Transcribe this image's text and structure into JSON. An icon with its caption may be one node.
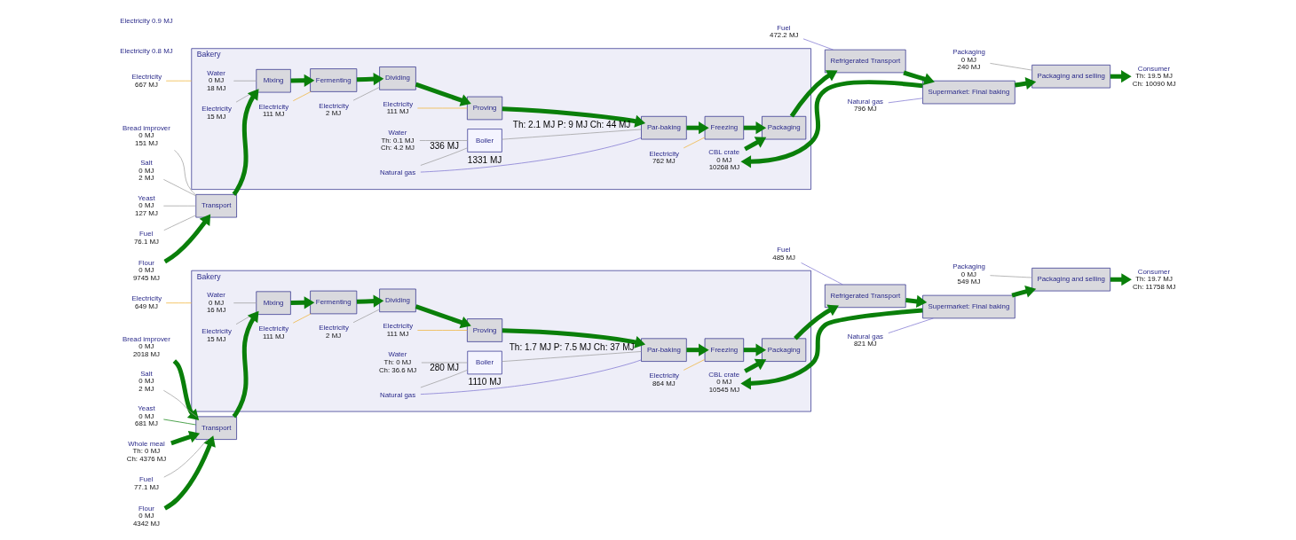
{
  "diagram": {
    "nodes": [
      {
        "text": [
          "Electricity",
          "667 MJ"
        ]
      },
      {
        "text": [
          "Flour",
          "0 MJ",
          "9745 MJ"
        ]
      },
      {
        "text": [
          "Fuel",
          "76.1 MJ"
        ]
      },
      {
        "text": [
          "Yeast",
          "0 MJ",
          "127 MJ"
        ]
      },
      {
        "text": [
          "Salt",
          "0 MJ",
          "2 MJ"
        ]
      },
      {
        "text": [
          "Bread improver",
          "0 MJ",
          "151 MJ"
        ]
      },
      {
        "text": [
          "Transport"
        ]
      },
      {
        "text": [
          "Bakery"
        ]
      },
      {
        "text": [
          "Water",
          "0 MJ",
          "18 MJ"
        ],
        "in": 7
      },
      {
        "text": [
          "Electricity",
          "15 MJ"
        ],
        "in": 7
      },
      {
        "text": [
          "Mixing"
        ],
        "in": 7
      },
      {
        "text": [
          "Electricity",
          "111 MJ"
        ],
        "in": 7
      },
      {
        "text": [
          "Fermenting"
        ],
        "in": 7
      },
      {
        "text": [
          "Electricity",
          "2 MJ"
        ],
        "in": 7
      },
      {
        "text": [
          "Dividing"
        ],
        "in": 7
      },
      {
        "text": [
          "Electricity",
          "111 MJ"
        ],
        "in": 7
      },
      {
        "text": [
          "Proving"
        ],
        "in": 7
      },
      {
        "text": [
          "Water",
          "Th: 0.1 MJ",
          "Ch: 4.2 MJ"
        ],
        "in": 7
      },
      {
        "text": [
          "Natural gas"
        ],
        "in": 7
      },
      {
        "text": [
          "Boiler"
        ],
        "in": 7
      },
      {
        "text": [
          "Electricity",
          "762 MJ"
        ],
        "in": 7
      },
      {
        "text": [
          "Par-baking"
        ],
        "in": 7
      },
      {
        "text": [
          "Freezing"
        ],
        "in": 7
      },
      {
        "text": [
          "CBL crate",
          "0 MJ",
          "10268 MJ"
        ],
        "in": 7
      },
      {
        "text": [
          "Packaging"
        ],
        "in": 7
      },
      {
        "text": [
          "Fuel",
          "472.2 MJ"
        ]
      },
      {
        "text": [
          "Refrigerated Transport"
        ]
      },
      {
        "text": [
          "Natural gas",
          "796 MJ"
        ]
      },
      {
        "text": [
          "Supermarket: Final baking"
        ]
      },
      {
        "text": [
          "Packaging",
          "0 MJ",
          "240 MJ"
        ]
      },
      {
        "text": [
          "Packaging and selling"
        ]
      },
      {
        "text": [
          "Consumer",
          "Th: 19.5 MJ",
          "Ch: 10090 MJ"
        ]
      },
      {
        "text": [
          "Electricity",
          "649 MJ"
        ]
      },
      {
        "text": [
          "Flour",
          "0 MJ",
          "4342 MJ"
        ]
      },
      {
        "text": [
          "Fuel",
          "77.1 MJ"
        ]
      },
      {
        "text": [
          "Whole meal",
          "Th: 0 MJ",
          "Ch: 4376 MJ"
        ]
      },
      {
        "text": [
          "Yeast",
          "0 MJ",
          "681 MJ"
        ]
      },
      {
        "text": [
          "Salt",
          "0 MJ",
          "2 MJ"
        ]
      },
      {
        "text": [
          "Bread improver",
          "0 MJ",
          "2018 MJ"
        ]
      },
      {
        "text": [
          "Transport"
        ]
      },
      {
        "text": [
          "Bakery"
        ]
      },
      {
        "text": [
          "Water",
          "0 MJ",
          "16 MJ"
        ],
        "in": 40
      },
      {
        "text": [
          "Electricity",
          "15 MJ"
        ],
        "in": 40
      },
      {
        "text": [
          "Mixing"
        ],
        "in": 40
      },
      {
        "text": [
          "Electricity",
          "111 MJ"
        ],
        "in": 40
      },
      {
        "text": [
          "Fermenting"
        ],
        "in": 40
      },
      {
        "text": [
          "Electricity",
          "2 MJ"
        ],
        "in": 40
      },
      {
        "text": [
          "Dividing"
        ],
        "in": 40
      },
      {
        "text": [
          "Electricity",
          "111 MJ"
        ],
        "in": 40
      },
      {
        "text": [
          "Proving"
        ],
        "in": 40
      },
      {
        "text": [
          "Water",
          "Th: 0 MJ",
          "Ch: 36.6 MJ"
        ],
        "in": 40
      },
      {
        "text": [
          "Natural gas"
        ],
        "in": 40
      },
      {
        "text": [
          "Boiler"
        ],
        "in": 40
      },
      {
        "text": [
          "Electricity",
          "864 MJ"
        ],
        "in": 40
      },
      {
        "text": [
          "Par-baking"
        ],
        "in": 40
      },
      {
        "text": [
          "Freezing"
        ],
        "in": 40
      },
      {
        "text": [
          "CBL crate",
          "0 MJ",
          "10545 MJ"
        ],
        "in": 40
      },
      {
        "text": [
          "Packaging"
        ],
        "in": 40
      },
      {
        "text": [
          "Fuel",
          "485 MJ"
        ]
      },
      {
        "text": [
          "Refrigerated Transport"
        ]
      },
      {
        "text": [
          "Natural gas",
          "821 MJ"
        ]
      },
      {
        "text": [
          "Supermarket: Final baking"
        ]
      },
      {
        "text": [
          "Packaging",
          "0 MJ",
          "549 MJ"
        ]
      },
      {
        "text": [
          "Packaging and selling"
        ]
      },
      {
        "text": [
          "Consumer",
          "Th: 19.7 MJ",
          "Ch: 11758 MJ"
        ]
      }
    ],
    "edges": [
      {
        "from": 0,
        "to": 7,
        "arrow": "none",
        "color": "#f0b030"
      },
      {
        "from": 1,
        "to": 6,
        "arrow": "to",
        "style": "thick",
        "color": "#0a7f0a"
      },
      {
        "from": 2,
        "to": 6,
        "arrow": "none",
        "color": "#9a9a9a"
      },
      {
        "from": 3,
        "to": 6,
        "arrow": "none",
        "color": "#9a9a9a"
      },
      {
        "from": 4,
        "to": 6,
        "arrow": "none",
        "color": "#9a9a9a"
      },
      {
        "from": 5,
        "to": 6,
        "arrow": "none",
        "color": "#9a9a9a"
      },
      {
        "from": 6,
        "to": 10,
        "arrow": "to",
        "style": "thick",
        "color": "#0a7f0a"
      },
      {
        "from": 8,
        "to": 10,
        "arrow": "none",
        "color": "#9a9a9a"
      },
      {
        "from": 9,
        "to": 10,
        "arrow": "none",
        "color": "#9a9a9a"
      },
      {
        "from": 10,
        "to": 12,
        "arrow": "to",
        "style": "thick",
        "color": "#0a7f0a"
      },
      {
        "from": 11,
        "to": 12,
        "arrow": "none",
        "color": "#f0b030"
      },
      {
        "from": 12,
        "to": 14,
        "arrow": "to",
        "style": "thick",
        "color": "#0a7f0a"
      },
      {
        "from": 13,
        "to": 14,
        "arrow": "none",
        "color": "#9a9a9a"
      },
      {
        "from": 14,
        "to": 16,
        "arrow": "to",
        "style": "thick",
        "color": "#0a7f0a"
      },
      {
        "from": 15,
        "to": 16,
        "arrow": "none",
        "color": "#f0b030"
      },
      {
        "from": 16,
        "to": 21,
        "arrow": "to",
        "style": "thick",
        "color": "#0a7f0a"
      },
      {
        "from": 17,
        "to": 19,
        "arrow": "none",
        "color": "#9a9a9a"
      },
      {
        "from": 18,
        "to": 19,
        "arrow": "none",
        "label": "336 MJ",
        "color": "#9a9a9a"
      },
      {
        "from": 18,
        "to": 21,
        "arrow": "none",
        "label": "1331 MJ",
        "color": "#7a70d0"
      },
      {
        "from": 19,
        "to": 21,
        "arrow": "none",
        "label": "Th: 2.1 MJ P: 9 MJ Ch: 44 MJ",
        "color": "#9a9a9a"
      },
      {
        "from": 21,
        "to": 22,
        "arrow": "to",
        "style": "thick",
        "color": "#0a7f0a"
      },
      {
        "from": 20,
        "to": 22,
        "arrow": "none",
        "color": "#f0b030"
      },
      {
        "from": 22,
        "to": 24,
        "arrow": "to",
        "style": "thick",
        "color": "#0a7f0a"
      },
      {
        "from": 23,
        "to": 24,
        "arrow": "to",
        "style": "thick",
        "color": "#0a7f0a"
      },
      {
        "from": 24,
        "to": 26,
        "arrow": "to",
        "style": "thick",
        "color": "#0a7f0a"
      },
      {
        "from": 25,
        "to": 26,
        "arrow": "none",
        "color": "#7a70d0"
      },
      {
        "from": 26,
        "to": 28,
        "arrow": "to",
        "style": "thick",
        "color": "#0a7f0a"
      },
      {
        "from": 27,
        "to": 28,
        "arrow": "none",
        "color": "#7a70d0"
      },
      {
        "from": 28,
        "to": 23,
        "arrow": "to",
        "style": "thick",
        "color": "#0a7f0a"
      },
      {
        "from": 28,
        "to": 30,
        "arrow": "to",
        "style": "thick",
        "color": "#0a7f0a"
      },
      {
        "from": 29,
        "to": 30,
        "arrow": "none",
        "color": "#9a9a9a"
      },
      {
        "from": 30,
        "to": 31,
        "arrow": "to",
        "style": "thick",
        "color": "#0a7f0a"
      },
      {
        "from": 32,
        "to": 40,
        "arrow": "none",
        "color": "#f0b030"
      },
      {
        "from": 33,
        "to": 39,
        "arrow": "to",
        "style": "thick",
        "color": "#0a7f0a"
      },
      {
        "from": 34,
        "to": 39,
        "arrow": "none",
        "color": "#9a9a9a"
      },
      {
        "from": 35,
        "to": 39,
        "arrow": "to",
        "style": "thick",
        "color": "#0a7f0a"
      },
      {
        "from": 36,
        "to": 39,
        "arrow": "none",
        "color": "#0a7f0a"
      },
      {
        "from": 37,
        "to": 39,
        "arrow": "none",
        "color": "#9a9a9a"
      },
      {
        "from": 38,
        "to": 39,
        "arrow": "to",
        "style": "thick",
        "color": "#0a7f0a"
      },
      {
        "from": 39,
        "to": 43,
        "arrow": "to",
        "style": "thick",
        "color": "#0a7f0a"
      },
      {
        "from": 41,
        "to": 43,
        "arrow": "none",
        "color": "#9a9a9a"
      },
      {
        "from": 42,
        "to": 43,
        "arrow": "none",
        "color": "#9a9a9a"
      },
      {
        "from": 43,
        "to": 45,
        "arrow": "to",
        "style": "thick",
        "color": "#0a7f0a"
      },
      {
        "from": 44,
        "to": 45,
        "arrow": "none",
        "color": "#f0b030"
      },
      {
        "from": 45,
        "to": 47,
        "arrow": "to",
        "style": "thick",
        "color": "#0a7f0a"
      },
      {
        "from": 46,
        "to": 47,
        "arrow": "none",
        "color": "#9a9a9a"
      },
      {
        "from": 47,
        "to": 49,
        "arrow": "to",
        "style": "thick",
        "color": "#0a7f0a"
      },
      {
        "from": 48,
        "to": 49,
        "arrow": "none",
        "color": "#f0b030"
      },
      {
        "from": 49,
        "to": 54,
        "arrow": "to",
        "style": "thick",
        "color": "#0a7f0a"
      },
      {
        "from": 50,
        "to": 52,
        "arrow": "none",
        "color": "#9a9a9a"
      },
      {
        "from": 51,
        "to": 52,
        "arrow": "none",
        "label": "280 MJ",
        "color": "#9a9a9a"
      },
      {
        "from": 51,
        "to": 54,
        "arrow": "none",
        "label": "1110 MJ",
        "color": "#7a70d0"
      },
      {
        "from": 52,
        "to": 54,
        "arrow": "none",
        "label": "Th: 1.7 MJ P: 7.5 MJ Ch: 37 MJ",
        "color": "#9a9a9a"
      },
      {
        "from": 54,
        "to": 55,
        "arrow": "to",
        "style": "thick",
        "color": "#0a7f0a"
      },
      {
        "from": 53,
        "to": 55,
        "arrow": "none",
        "color": "#f0b030"
      },
      {
        "from": 55,
        "to": 57,
        "arrow": "to",
        "style": "thick",
        "color": "#0a7f0a"
      },
      {
        "from": 56,
        "to": 57,
        "arrow": "to",
        "style": "thick",
        "color": "#0a7f0a"
      },
      {
        "from": 57,
        "to": 59,
        "arrow": "to",
        "style": "thick",
        "color": "#0a7f0a"
      },
      {
        "from": 58,
        "to": 59,
        "arrow": "none",
        "color": "#7a70d0"
      },
      {
        "from": 59,
        "to": 61,
        "arrow": "to",
        "style": "thick",
        "color": "#0a7f0a"
      },
      {
        "from": 60,
        "to": 61,
        "arrow": "none",
        "color": "#7a70d0"
      },
      {
        "from": 61,
        "to": 56,
        "arrow": "to",
        "style": "thick",
        "color": "#0a7f0a"
      },
      {
        "from": 61,
        "to": 63,
        "arrow": "to",
        "style": "thick",
        "color": "#0a7f0a"
      },
      {
        "from": 62,
        "to": 63,
        "arrow": "none",
        "color": "#9a9a9a"
      },
      {
        "from": 63,
        "to": 64,
        "arrow": "to",
        "style": "thick",
        "color": "#0a7f0a"
      }
    ],
    "labels": [
      "Electricity 0.8 MJ",
      "Electricity 0.9 MJ"
    ]
  }
}
